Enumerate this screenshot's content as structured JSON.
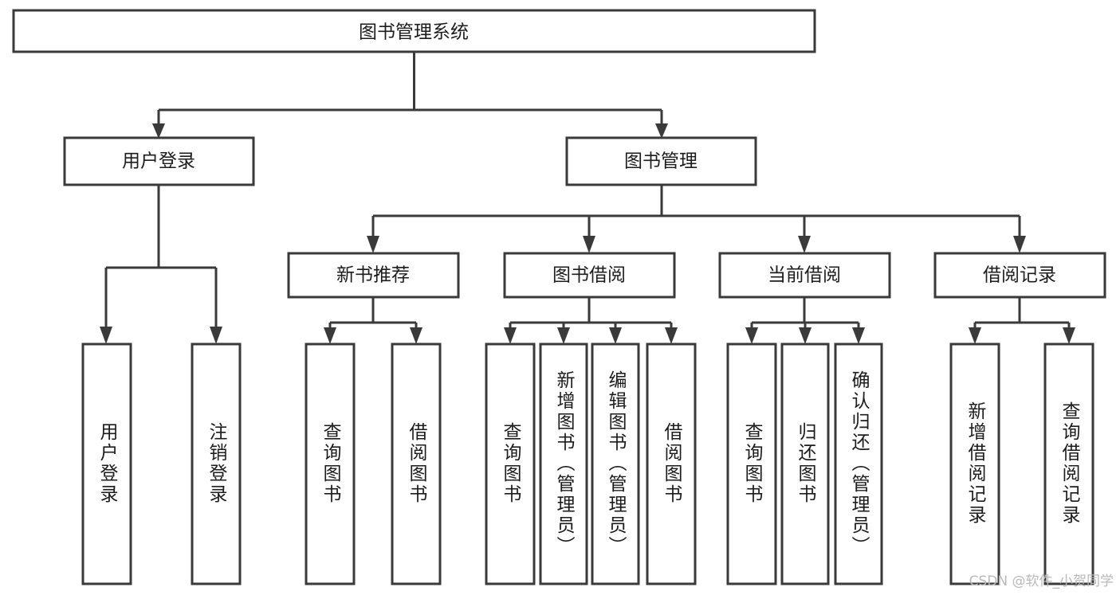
{
  "diagram": {
    "title": "图书管理系统",
    "type": "tree-hierarchy",
    "watermark": "CSDN @软件_小贺同学",
    "colors": {
      "stroke": "#3a3a3a",
      "fill": "#ffffff",
      "text": "#1c1c1c",
      "watermark": "#b9b9b9"
    },
    "root": {
      "label": "图书管理系统"
    },
    "level1": [
      {
        "label": "用户登录"
      },
      {
        "label": "图书管理"
      }
    ],
    "level2": [
      {
        "label": "新书推荐"
      },
      {
        "label": "图书借阅"
      },
      {
        "label": "当前借阅"
      },
      {
        "label": "借阅记录"
      }
    ],
    "leaves_user_login": [
      {
        "label": "用户登录"
      },
      {
        "label": "注销登录"
      }
    ],
    "leaves_new_book": [
      {
        "label": "查询图书"
      },
      {
        "label": "借阅图书"
      }
    ],
    "leaves_borrow": [
      {
        "label": "查询图书"
      },
      {
        "label": "新增图书（管理员）"
      },
      {
        "label": "编辑图书（管理员）"
      },
      {
        "label": "借阅图书"
      }
    ],
    "leaves_current": [
      {
        "label": "查询图书"
      },
      {
        "label": "归还图书"
      },
      {
        "label": "确认归还（管理员）"
      }
    ],
    "leaves_record": [
      {
        "label": "新增借阅记录"
      },
      {
        "label": "查询借阅记录"
      }
    ]
  }
}
